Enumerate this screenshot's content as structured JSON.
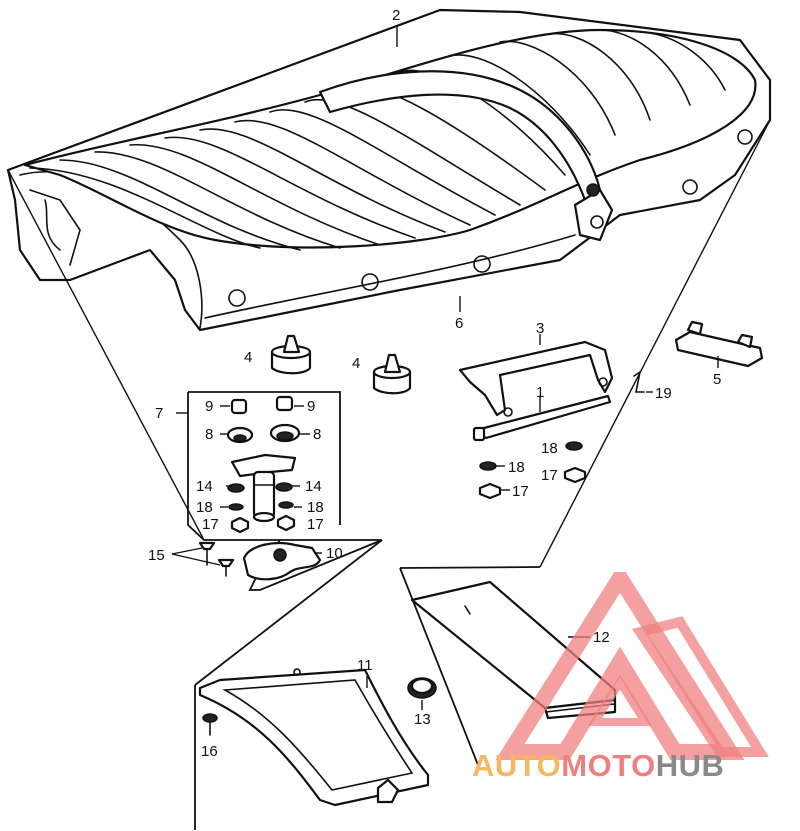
{
  "callouts": [
    {
      "id": "c2",
      "label": "2"
    },
    {
      "id": "c6",
      "label": "6"
    },
    {
      "id": "c3",
      "label": "3"
    },
    {
      "id": "c5",
      "label": "5"
    },
    {
      "id": "c4a",
      "label": "4"
    },
    {
      "id": "c4b",
      "label": "4"
    },
    {
      "id": "c1",
      "label": "1"
    },
    {
      "id": "c19",
      "label": "19"
    },
    {
      "id": "c7",
      "label": "7"
    },
    {
      "id": "c9a",
      "label": "9"
    },
    {
      "id": "c9b",
      "label": "9"
    },
    {
      "id": "c8a",
      "label": "8"
    },
    {
      "id": "c8b",
      "label": "8"
    },
    {
      "id": "c14a",
      "label": "14"
    },
    {
      "id": "c14b",
      "label": "14"
    },
    {
      "id": "c18a",
      "label": "18"
    },
    {
      "id": "c18b",
      "label": "18"
    },
    {
      "id": "c17a",
      "label": "17"
    },
    {
      "id": "c17b",
      "label": "17"
    },
    {
      "id": "c18c",
      "label": "18"
    },
    {
      "id": "c18d",
      "label": "18"
    },
    {
      "id": "c17c",
      "label": "17"
    },
    {
      "id": "c17d",
      "label": "17"
    },
    {
      "id": "c15",
      "label": "15"
    },
    {
      "id": "c10",
      "label": "10"
    },
    {
      "id": "c11",
      "label": "11"
    },
    {
      "id": "c12",
      "label": "12"
    },
    {
      "id": "c13",
      "label": "13"
    },
    {
      "id": "c16",
      "label": "16"
    }
  ],
  "watermark": {
    "part1": "AUTO",
    "part2": "MOTO",
    "part3": "HUB",
    "color1": "#f4b860",
    "color2": "#f08080",
    "color3": "#8a8a8a"
  }
}
